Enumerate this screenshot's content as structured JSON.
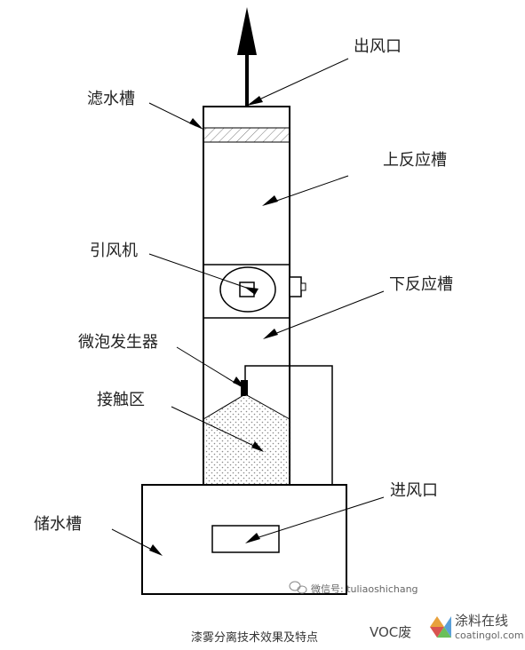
{
  "labels": {
    "outlet": "出风口",
    "filter_tank": "滤水槽",
    "upper_reaction": "上反应槽",
    "fan": "引风机",
    "lower_reaction": "下反应槽",
    "microbubble": "微泡发生器",
    "contact_zone": "接触区",
    "inlet": "进风口",
    "storage_tank": "储水槽"
  },
  "caption": "漆雾分离技术效果及特点",
  "watermark": {
    "wechat": "微信号: tuliaoshichang",
    "voc": "VOC废",
    "brand": "涂料在线",
    "brand_url": "coatingol.com"
  }
}
